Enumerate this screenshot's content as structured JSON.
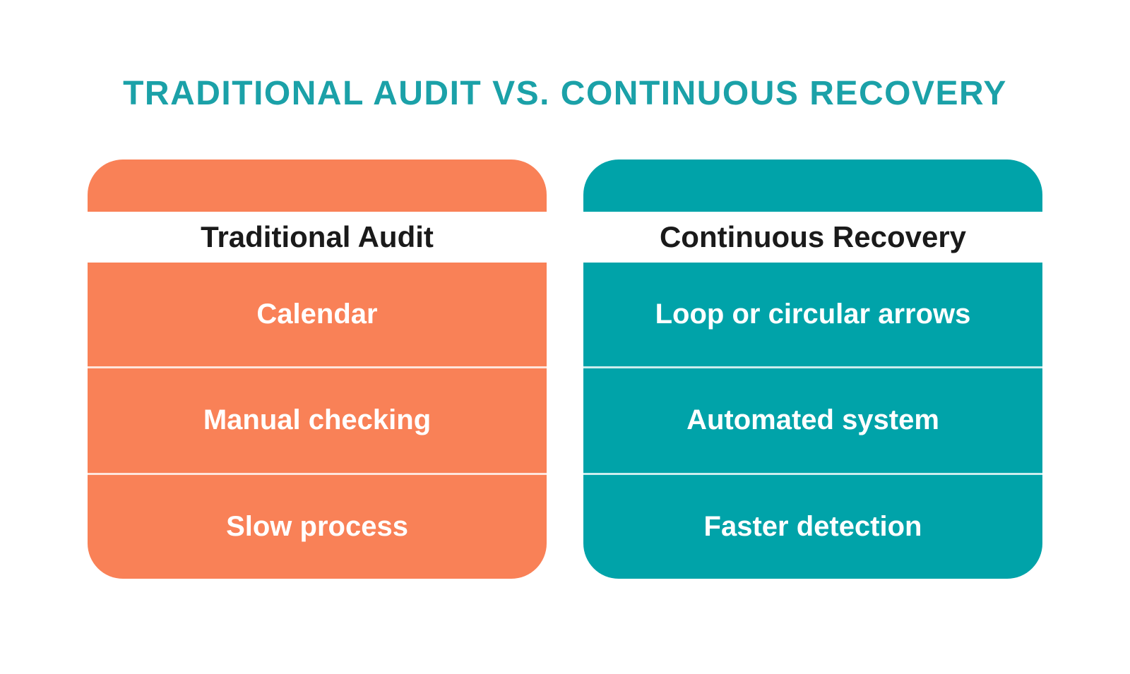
{
  "title": "TRADITIONAL AUDIT VS. CONTINUOUS RECOVERY",
  "colors": {
    "background": "#FFFFFF",
    "title_text": "#1BA1A8",
    "traditional_orange": "#F98157",
    "recovery_teal": "#00A3A9",
    "header_text": "#1A1A1A",
    "row_text": "#FFFFFF"
  },
  "columns": [
    {
      "header": "Traditional Audit",
      "color": "#F98157",
      "rows": [
        "Calendar",
        "Manual checking",
        "Slow process"
      ]
    },
    {
      "header": "Continuous Recovery",
      "color": "#00A3A9",
      "rows": [
        "Loop or circular arrows",
        "Automated system",
        "Faster detection"
      ]
    }
  ]
}
